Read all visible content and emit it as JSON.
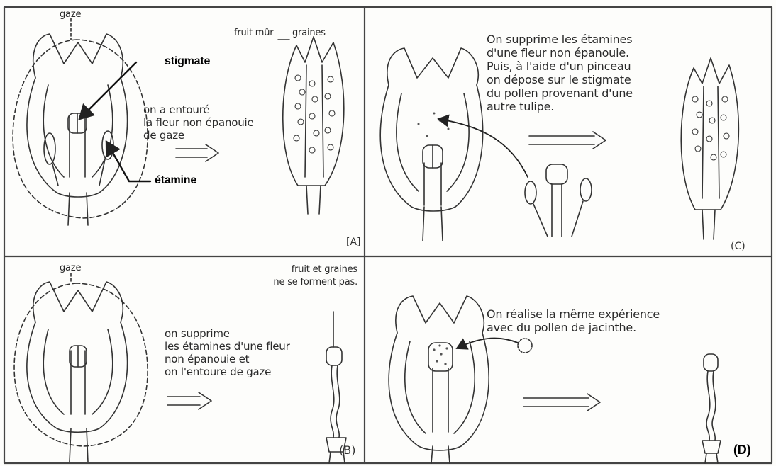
{
  "panel_a": {
    "gaze": "gaze",
    "fruit_mur": "fruit mûr",
    "graines": "graines",
    "stigmate": "stigmate",
    "etamine": "étamine",
    "caption_lines": [
      "on a entouré",
      "la fleur non épanouie",
      "de gaze"
    ],
    "tag": "[A]"
  },
  "panel_b": {
    "gaze": "gaze",
    "result_lines": [
      "fruit et graines",
      "ne se forment pas."
    ],
    "caption_lines": [
      "on supprime",
      "les étamines d'une fleur",
      "non épanouie et",
      "on l'entoure de gaze"
    ],
    "tag": "(B)"
  },
  "panel_c": {
    "caption_lines": [
      "On supprime les étamines",
      "d'une fleur non épanouie.",
      "Puis, à l'aide d'un pinceau",
      "on dépose sur le stigmate",
      "du pollen provenant d'une",
      "autre tulipe."
    ],
    "tag": "(C)"
  },
  "panel_d": {
    "caption_lines": [
      "On réalise la même expérience",
      "avec du pollen de jacinthe."
    ],
    "tag": "(D)"
  }
}
